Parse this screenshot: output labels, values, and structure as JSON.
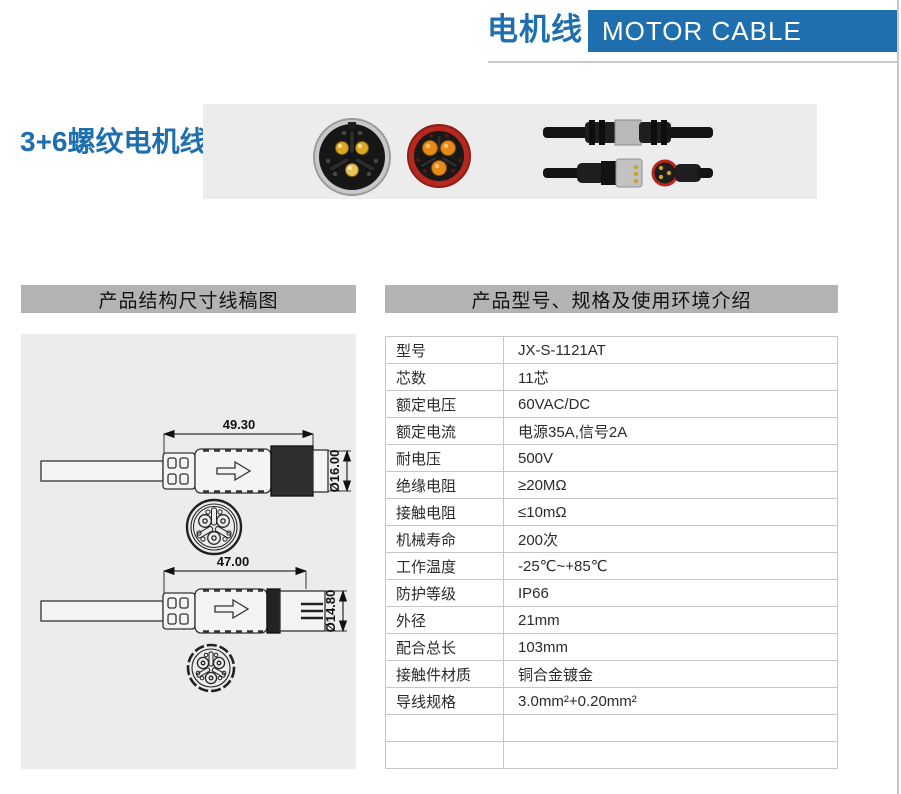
{
  "header": {
    "title_cn": "电机线",
    "title_en": "MOTOR CABLE",
    "accent_color": "#1f6fae"
  },
  "product": {
    "name": "3+6螺纹电机线"
  },
  "sections": {
    "drawing_header": "产品结构尺寸线稿图",
    "spec_header": "产品型号、规格及使用环境介绍"
  },
  "drawing": {
    "connector_a": {
      "length_dim": "49.30",
      "diameter_dim": "Ø16.00"
    },
    "connector_b": {
      "length_dim": "47.00",
      "diameter_dim": "Ø14.80"
    }
  },
  "photos": {
    "silver_ring_color": "#c8c8c8",
    "red_ring_color": "#b5271f",
    "pin_gold_color": "#d99a1f",
    "orange_pin_color": "#e68a1a"
  },
  "spec_table": {
    "rows": [
      {
        "label": "型号",
        "value": "JX-S-1121AT"
      },
      {
        "label": "芯数",
        "value": "11芯"
      },
      {
        "label": "额定电压",
        "value": "60VAC/DC"
      },
      {
        "label": "额定电流",
        "value": "电源35A,信号2A"
      },
      {
        "label": "耐电压",
        "value": "500V"
      },
      {
        "label": "绝缘电阻",
        "value": "≥20MΩ"
      },
      {
        "label": "接触电阻",
        "value": "≤10mΩ"
      },
      {
        "label": "机械寿命",
        "value": "200次"
      },
      {
        "label": "工作温度",
        "value": "-25℃~+85℃"
      },
      {
        "label": "防护等级",
        "value": "IP66"
      },
      {
        "label": "外径",
        "value": "21mm"
      },
      {
        "label": "配合总长",
        "value": "103mm"
      },
      {
        "label": "接触件材质",
        "value": "铜合金镀金"
      },
      {
        "label": "导线规格",
        "value": "3.0mm²+0.20mm²"
      },
      {
        "label": "",
        "value": ""
      },
      {
        "label": "",
        "value": ""
      }
    ]
  }
}
